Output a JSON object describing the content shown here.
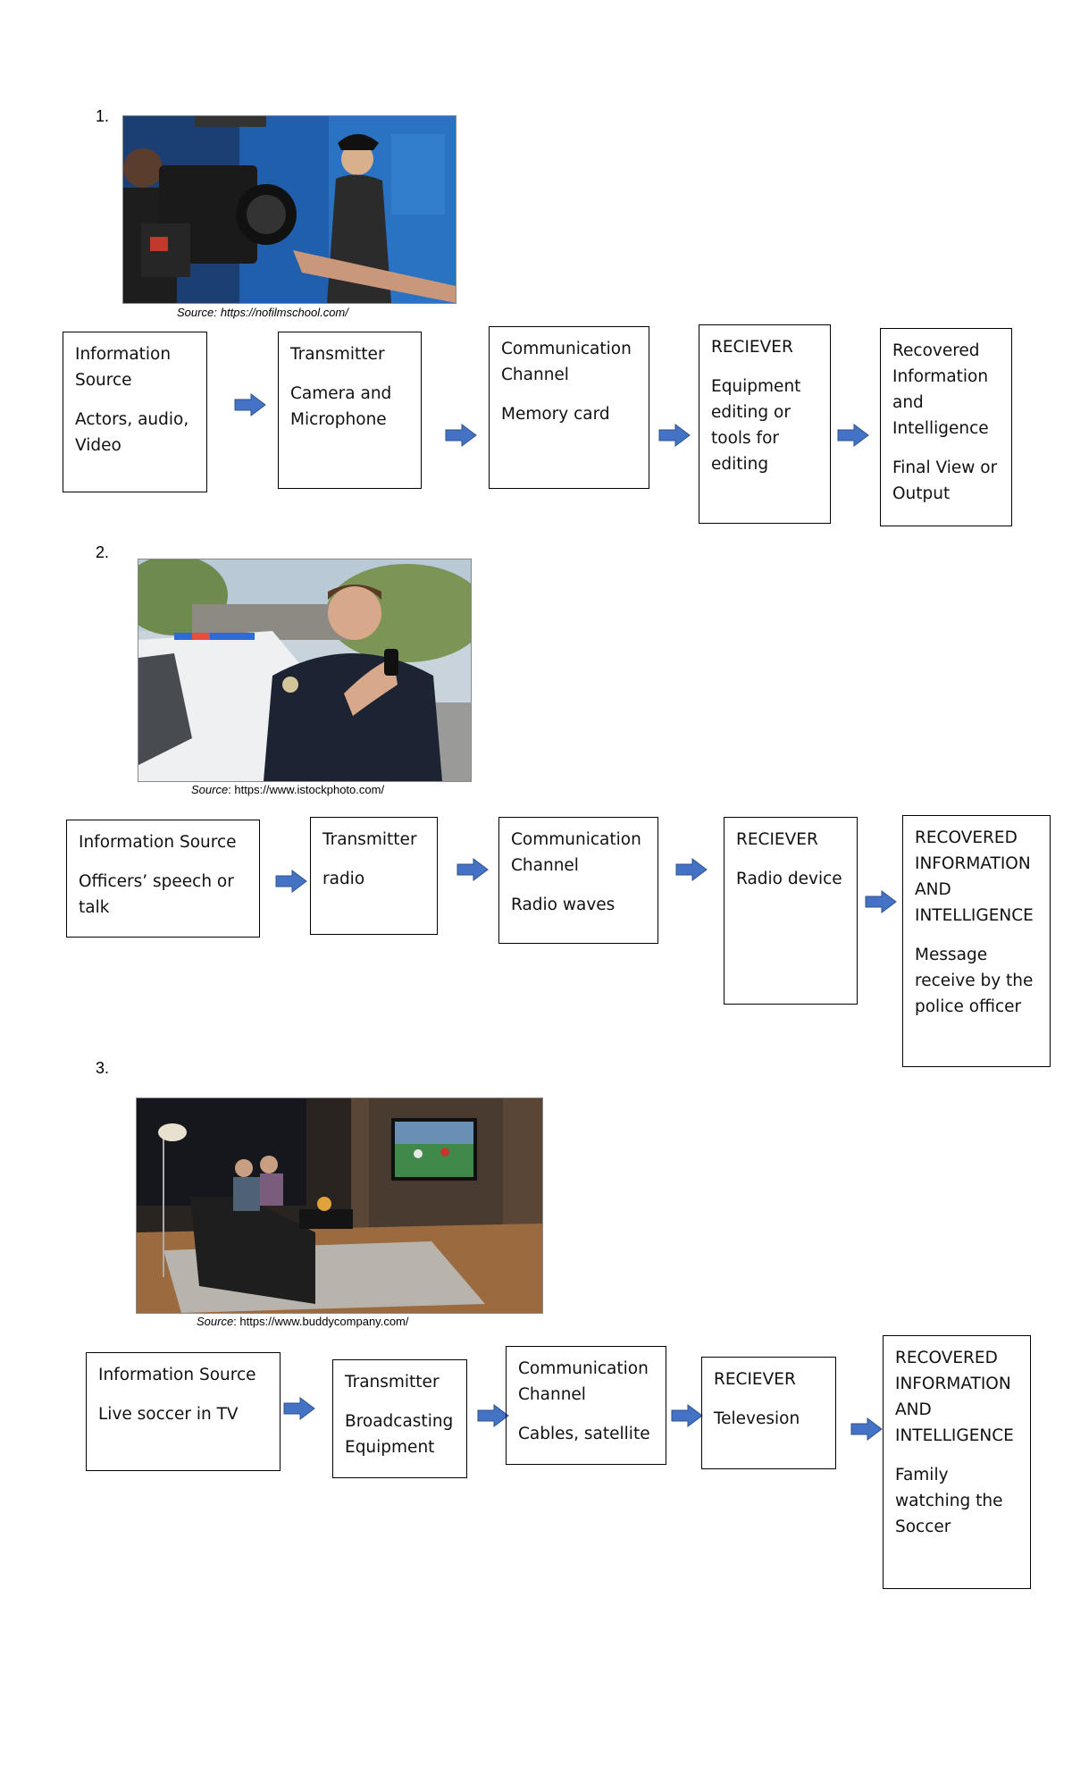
{
  "sections": [
    {
      "number": "1.",
      "image_alt": "Film crew operating a cinema camera in front of a performer",
      "source_label": "Source:",
      "source_url": "https://nofilmschool.com/",
      "boxes": [
        {
          "title": "Information Source",
          "body": "Actors, audio, Video"
        },
        {
          "title": "Transmitter",
          "body": "Camera and Microphone"
        },
        {
          "title": "Communication Channel",
          "body": "Memory card"
        },
        {
          "title": "RECIEVER",
          "body": "Equipment editing or tools for editing"
        },
        {
          "title": "Recovered Information and Intelligence",
          "body": "Final View or Output"
        }
      ]
    },
    {
      "number": "2.",
      "image_alt": "Police officer speaking into a shoulder radio next to a patrol car",
      "source_label": "Source",
      "source_url": ": https://www.istockphoto.com/",
      "boxes": [
        {
          "title": "Information Source",
          "body": "Officers’ speech or talk"
        },
        {
          "title": "Transmitter",
          "body": "radio"
        },
        {
          "title": "Communication Channel",
          "body": "Radio waves"
        },
        {
          "title": "RECIEVER",
          "body": "Radio device"
        },
        {
          "title": "RECOVERED INFORMATION AND INTELLIGENCE",
          "body": "Message receive by the police officer"
        }
      ]
    },
    {
      "number": "3.",
      "image_alt": "Family on a sofa watching soccer on a wall-mounted TV",
      "source_label": "Source",
      "source_url": ": https://www.buddycompany.com/",
      "boxes": [
        {
          "title": "Information Source",
          "body": "Live soccer in TV"
        },
        {
          "title": "Transmitter",
          "body": "Broadcasting Equipment"
        },
        {
          "title": "Communication Channel",
          "body": "Cables, satellite"
        },
        {
          "title": "RECIEVER",
          "body": "Televesion"
        },
        {
          "title": "RECOVERED INFORMATION AND INTELLIGENCE",
          "body": "Family watching the Soccer"
        }
      ]
    }
  ],
  "colors": {
    "arrow_fill": "#4472c4",
    "arrow_stroke": "#2f528f",
    "box_border": "#000000"
  }
}
